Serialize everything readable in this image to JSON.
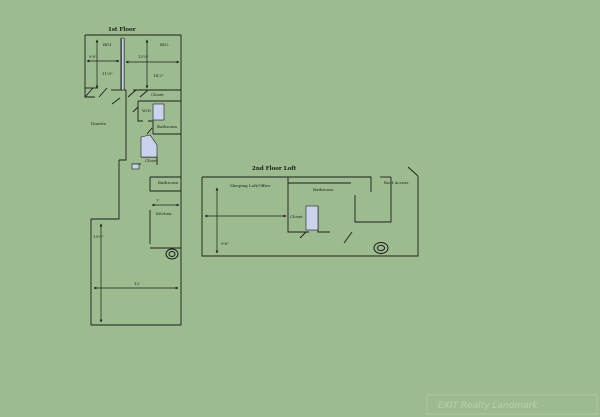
{
  "floor1": {
    "title": "1st Floor",
    "rooms": {
      "bed1": "BD1",
      "bed2": "BD2",
      "closet": "Closet",
      "wc": "W/D",
      "bath_upper": "Bathroom",
      "den": "Dinette",
      "closet2": "Closet",
      "bath_lower": "Bathroom",
      "kitchen": "Kitchen"
    },
    "dims": {
      "bd1_w": "9'0\"",
      "bd1_h": "11'6\"",
      "bd2_w": "13'0\"",
      "bd2_h": "14'2\"",
      "kitchen": "7'",
      "living_h": "19'0\"",
      "living_w": "12'"
    }
  },
  "floor2": {
    "title": "2nd Floor Loft",
    "rooms": {
      "sleeping": "Sleeping Loft/Office",
      "bath": "Bathroom",
      "closet": "Closet",
      "roof": "Roof Access"
    },
    "dims": {
      "height": "9'6\""
    }
  },
  "watermark": "EXIT Realty Landmark",
  "colors": {
    "background": "#9cbc8f",
    "wall": "#1c1c1c",
    "fixture": "#c9d3ee"
  }
}
